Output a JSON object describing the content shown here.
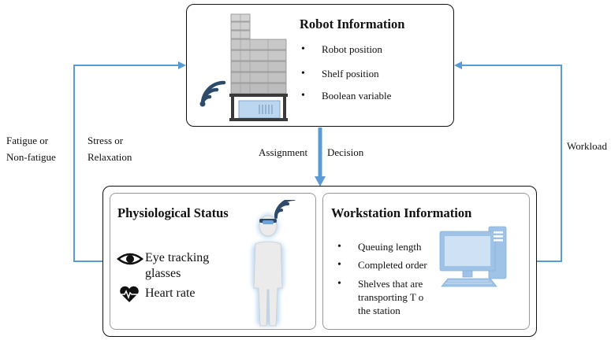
{
  "robot_info": {
    "title": "Robot Information",
    "items": [
      "Robot position",
      "Shelf position",
      "Boolean variable"
    ]
  },
  "physiological": {
    "title": "Physiological Status",
    "eye_label_line1": "Eye tracking",
    "eye_label_line2": "glasses",
    "heart_label": "Heart rate"
  },
  "workstation": {
    "title": "Workstation Information",
    "items": [
      "Queuing length",
      "Completed order"
    ],
    "item3_lines": [
      "Shelves that are",
      "transporting  T o",
      "the station"
    ]
  },
  "arrows": {
    "left_outer": [
      "Fatigue or",
      "Non-fatigue"
    ],
    "left_inner": [
      "Stress or",
      "Relaxation"
    ],
    "center_left": "Assignment",
    "center_right": "Decision",
    "right": "Workload"
  },
  "colors": {
    "arrow": "#5b9bd5",
    "icon_dark": "#2e4a6b",
    "monitor": "#9fc3e7",
    "shelf": "#bfbfbf"
  }
}
